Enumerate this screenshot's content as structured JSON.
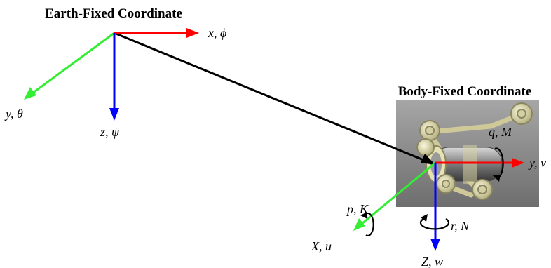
{
  "earth_frame": {
    "title": "Earth-Fixed Coordinate",
    "x_label": "x, ϕ",
    "y_label": "y, θ",
    "z_label": "z, ψ"
  },
  "body_frame": {
    "title": "Body-Fixed Coordinate",
    "x_label": "X, u",
    "y_label": "y, v",
    "z_label": "Z, w",
    "roll_label": "p, K",
    "pitch_label": "q, M",
    "yaw_label": "r, N"
  },
  "colors": {
    "x_axis": "#ff0000",
    "y_axis": "#33ee33",
    "z_axis": "#0000ff",
    "position_vector": "#000000",
    "vehicle_body": "#e6e2b4",
    "vehicle_backdrop": "#8c8c8c"
  },
  "icons": {
    "vehicle": "underwater-vehicle-image",
    "rotation": "rotation-arrow-icon"
  }
}
